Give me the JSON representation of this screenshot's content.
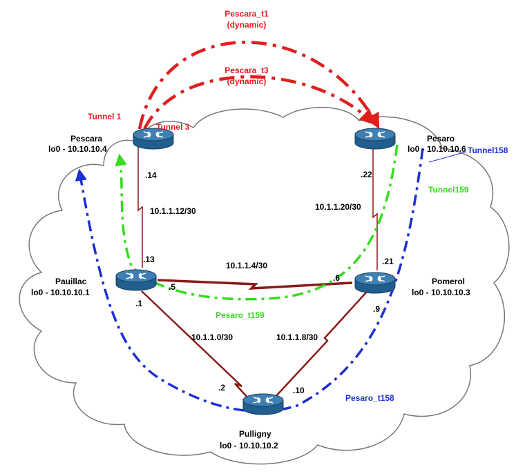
{
  "colors": {
    "tunnel_red": "#e01e1e",
    "tunnel_green": "#33dd1a",
    "tunnel_blue": "#1a2fd4",
    "serial_link": "#8b1a1a",
    "cloud_outline": "#777777",
    "text": "#000000"
  },
  "routers": {
    "pescara": {
      "name": "Pescara",
      "loopback": "lo0 - 10.10.10.4"
    },
    "pesaro": {
      "name": "Pesaro",
      "loopback": "lo0 - 10.10.10.6"
    },
    "pauillac": {
      "name": "Pauillac",
      "loopback": "lo0 - 10.10.10.1"
    },
    "pomerol": {
      "name": "Pomerol",
      "loopback": "lo0 - 10.10.10.3"
    },
    "pulligny": {
      "name": "Pulligny",
      "loopback": "lo0 - 10.10.10.2"
    }
  },
  "links": {
    "pescara_pauillac": {
      "subnet": "10.1.1.12/30",
      "end_a": ".14",
      "end_b": ".13"
    },
    "pesaro_pomerol": {
      "subnet": "10.1.1.20/30",
      "end_a": ".22",
      "end_b": ".21"
    },
    "pauillac_pomerol": {
      "subnet": "10.1.1.4/30",
      "end_a": ".5",
      "end_b": ".6"
    },
    "pauillac_pulligny": {
      "subnet": "10.1.1.0/30",
      "end_a": ".1",
      "end_b": ".2"
    },
    "pomerol_pulligny": {
      "subnet": "10.1.1.8/30",
      "end_a": ".9",
      "end_b": ".10"
    }
  },
  "tunnels": {
    "pescara_t1": {
      "name": "Pescara_t1",
      "type": "(dynamic)",
      "interface": "Tunnel 1"
    },
    "pescara_t3": {
      "name": "Pescara_t3",
      "type": "(dynamic)",
      "interface": "Tunnel 3"
    },
    "pesaro_t159": {
      "name": "Pesaro_t159",
      "interface": "Tunnel159"
    },
    "pesaro_t158": {
      "name": "Pesaro_t158",
      "interface": "Tunnel158"
    }
  }
}
